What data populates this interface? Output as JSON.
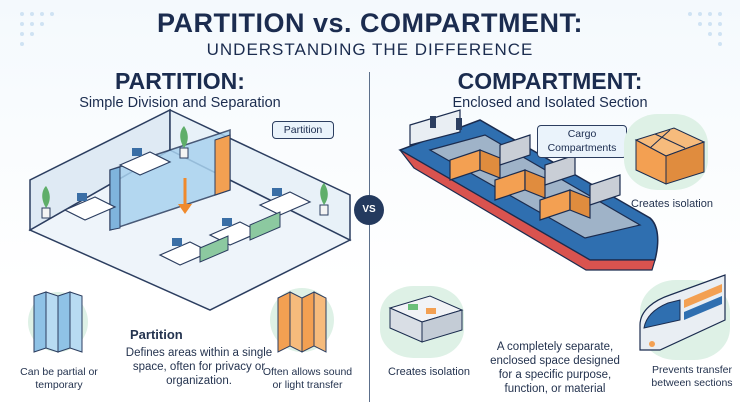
{
  "header": {
    "title": "PARTITION vs. COMPARTMENT:",
    "subtitle": "UNDERSTANDING THE DIFFERENCE"
  },
  "vs_label": "VS",
  "partition": {
    "heading": "PARTITION:",
    "subheading": "Simple Division and Separation",
    "callout": "Partition",
    "term": "Partition",
    "definition": "Defines areas within a single space, often for privacy or organization.",
    "feature_left": "Can be partial or temporary",
    "feature_right": "Often allows sound or light transfer"
  },
  "compartment": {
    "heading": "COMPARTMENT:",
    "subheading": "Enclosed and Isolated Section",
    "callout": "Cargo Compartments",
    "definition": "A completely separate, enclosed space designed for a specific purpose, function, or material",
    "feature_top_right": "Creates isolation",
    "feature_bottom_left": "Creates isolation",
    "feature_bottom_right": "Prevents transfer between sections"
  },
  "colors": {
    "navy": "#1b2c4f",
    "partition_blue": "#8fc2e6",
    "orange": "#f3a052",
    "ship_hull": "#2f6fb0",
    "ship_red": "#d9534f",
    "green_bg": "#def1e6"
  }
}
